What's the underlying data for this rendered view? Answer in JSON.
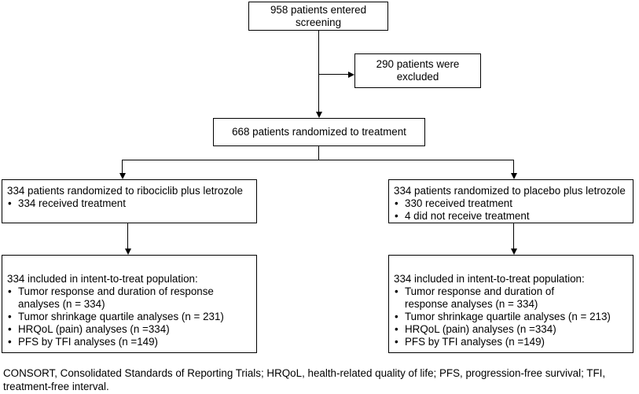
{
  "screening": {
    "line1": "958 patients entered",
    "line2": "screening"
  },
  "excluded": {
    "text": "290 patients were excluded"
  },
  "randomized": {
    "text": "668 patients randomized to treatment"
  },
  "arm_left": {
    "title": "334 patients randomized to ribociclib plus letrozole",
    "items": [
      "334 received treatment"
    ]
  },
  "arm_right": {
    "title": "334 patients randomized to placebo plus letrozole",
    "items": [
      "330 received treatment",
      "4 did not receive treatment"
    ]
  },
  "itt_left": {
    "title": "334 included in intent-to-treat population:",
    "items": [
      "Tumor response and duration of response analyses (n = 334)",
      "Tumor shrinkage quartile analyses (n = 231)",
      "HRQoL (pain) analyses (n =334)",
      "PFS by TFI analyses (n =149)"
    ]
  },
  "itt_right": {
    "title": "334 included in intent-to-treat population:",
    "items": [
      "Tumor response and duration of response analyses (n = 334)",
      "Tumor shrinkage quartile analyses (n = 213)",
      "HRQoL (pain) analyses (n =334)",
      "PFS by TFI analyses (n =149)"
    ]
  },
  "caption": "CONSORT, Consolidated Standards of Reporting Trials; HRQoL, health-related quality of life; PFS, progression-free survival; TFI, treatment-free interval."
}
